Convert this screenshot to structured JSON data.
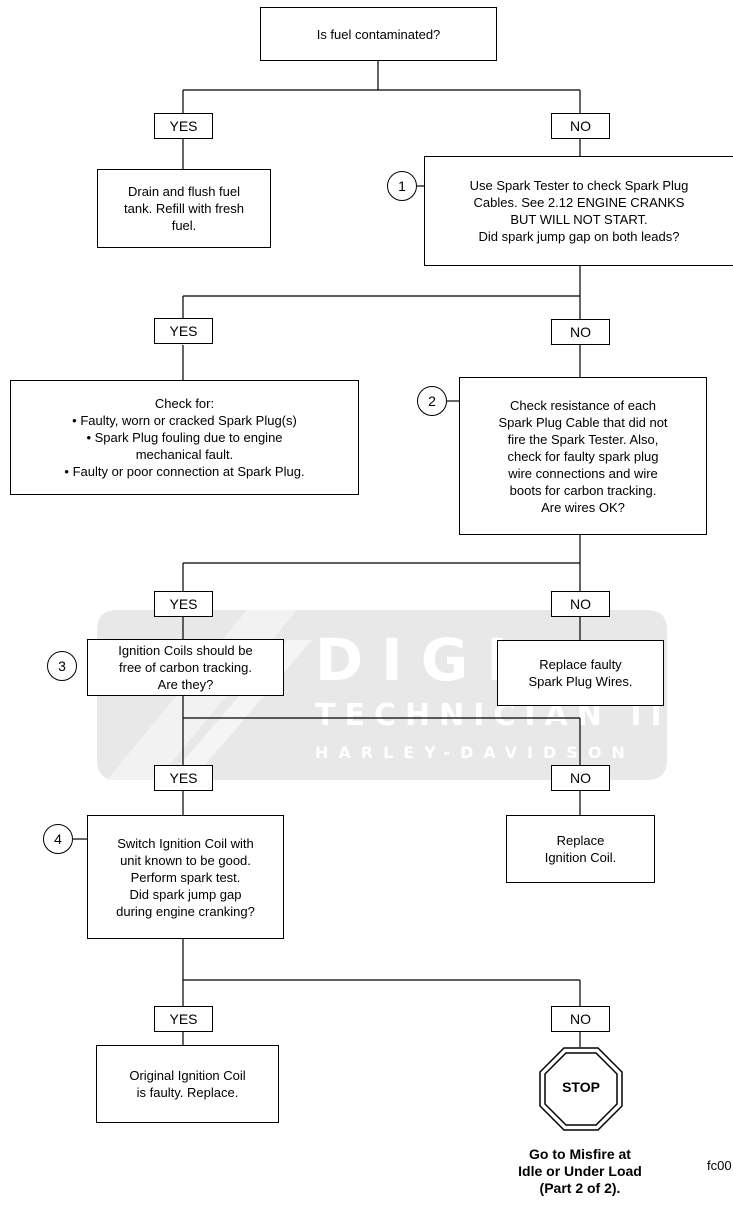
{
  "flowchart": {
    "q_fuel": "Is fuel contaminated?",
    "drain_flush": [
      "Drain and flush fuel",
      "tank. Refill with fresh",
      "fuel."
    ],
    "step1_text": [
      "Use Spark Tester to check Spark Plug",
      "Cables. See 2.12 ENGINE CRANKS",
      "BUT WILL NOT START.",
      "Did spark jump gap on both leads?"
    ],
    "check_for": {
      "heading": "Check for:",
      "items": [
        "Faulty, worn or cracked Spark Plug(s)",
        "Spark Plug fouling due to engine",
        "mechanical fault.",
        "Faulty or poor connection at Spark Plug."
      ]
    },
    "step2_text": [
      "Check resistance of each",
      "Spark Plug Cable that did not",
      "fire the Spark Tester. Also,",
      "check for faulty spark plug",
      "wire connections and wire",
      "boots for carbon tracking.",
      "Are wires OK?"
    ],
    "step3_text": [
      "Ignition Coils should be",
      "free of carbon tracking.",
      "Are they?"
    ],
    "replace_wires": [
      "Replace faulty",
      "Spark Plug Wires."
    ],
    "step4_text": [
      "Switch Ignition Coil with",
      "unit known to be good.",
      "Perform spark test.",
      "Did spark jump gap",
      "during engine cranking?"
    ],
    "replace_coil": [
      "Replace",
      "Ignition Coil."
    ],
    "original_faulty": [
      "Original Ignition Coil",
      "is faulty. Replace."
    ],
    "stop_sign": "STOP",
    "go_to": [
      "Go to Misfire at",
      "Idle or Under Load",
      "(Part 2 of 2)."
    ],
    "yes_label": "YES",
    "no_label": "NO",
    "step_numbers": [
      "1",
      "2",
      "3",
      "4"
    ],
    "figure_id": "fc00"
  },
  "watermark": {
    "line1": "DIGI",
    "line2": "TECHNICIAN II",
    "line3": "HARLEY-DAVIDSON",
    "color": "#e6e6e6"
  },
  "colors": {
    "line": "#000000",
    "stop_fill": "#ffffff"
  }
}
